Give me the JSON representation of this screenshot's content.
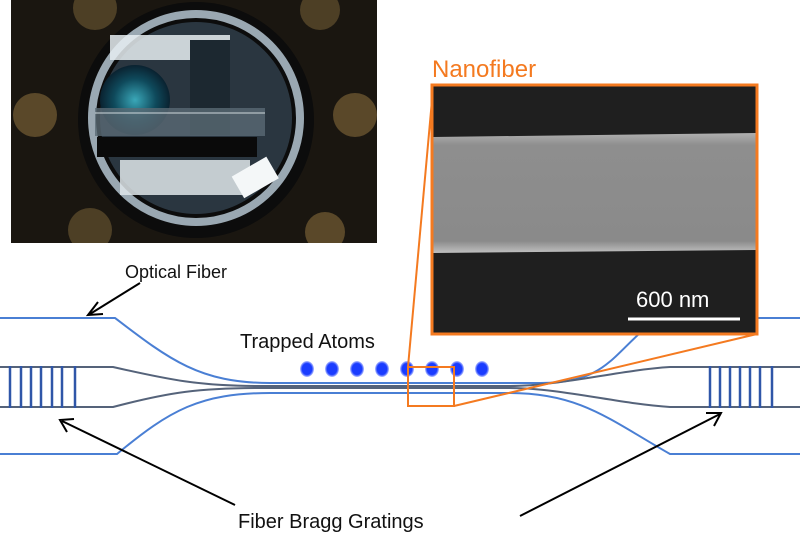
{
  "labels": {
    "optical_fiber": "Optical Fiber",
    "trapped_atoms": "Trapped Atoms",
    "fiber_bragg_gratings": "Fiber Bragg Gratings",
    "nanofiber": "Nanofiber",
    "scale_bar": "600 nm"
  },
  "colors": {
    "fiber_blue": "#4a7fd4",
    "core_gray": "#55637a",
    "grating_blue": "#2f56a8",
    "atom_blue": "#1a3cff",
    "highlight_orange": "#f47a20"
  },
  "atoms_count": 8
}
